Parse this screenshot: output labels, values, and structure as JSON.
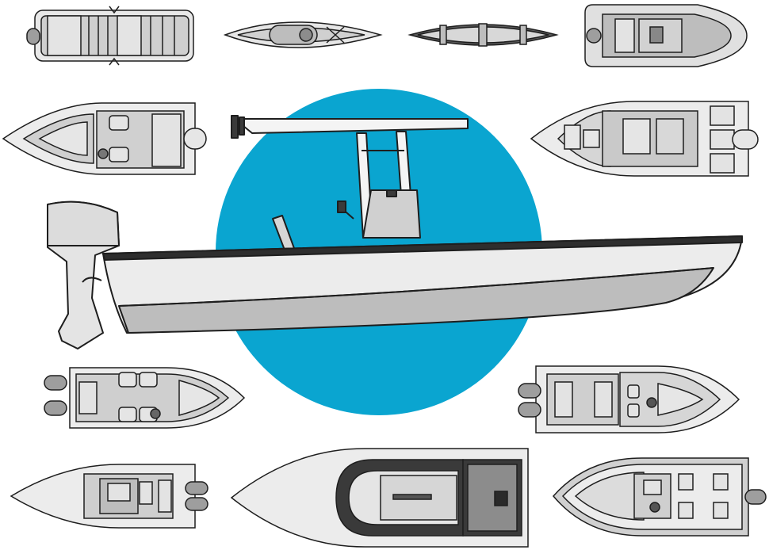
{
  "illustration": {
    "subject": "boat-types-collection",
    "colors": {
      "accent_circle": "#0aa5d0",
      "hull_light": "#f1f1f1",
      "hull_mid": "#bdbdbd",
      "hull_shadow": "#9e9e9e",
      "deck": "#d6d6d6",
      "deck_dark": "#a8a8a8",
      "outline": "#1e1e1e",
      "rub_rail": "#3a3a3a"
    },
    "boats": [
      {
        "id": "jon-boat",
        "icon": "jon-boat-icon"
      },
      {
        "id": "kayak",
        "icon": "kayak-icon"
      },
      {
        "id": "canoe",
        "icon": "canoe-icon"
      },
      {
        "id": "inflatable",
        "icon": "inflatable-boat-icon"
      },
      {
        "id": "bowrider",
        "icon": "bowrider-icon"
      },
      {
        "id": "bay-boat",
        "icon": "bay-boat-icon"
      },
      {
        "id": "center-console-profile",
        "icon": "center-console-profile-icon"
      },
      {
        "id": "dual-console",
        "icon": "dual-console-icon"
      },
      {
        "id": "walkaround",
        "icon": "walkaround-icon"
      },
      {
        "id": "flats-boat",
        "icon": "flats-boat-icon"
      },
      {
        "id": "cruiser",
        "icon": "cruiser-icon"
      },
      {
        "id": "pontoon-deck",
        "icon": "deck-boat-icon"
      }
    ]
  }
}
